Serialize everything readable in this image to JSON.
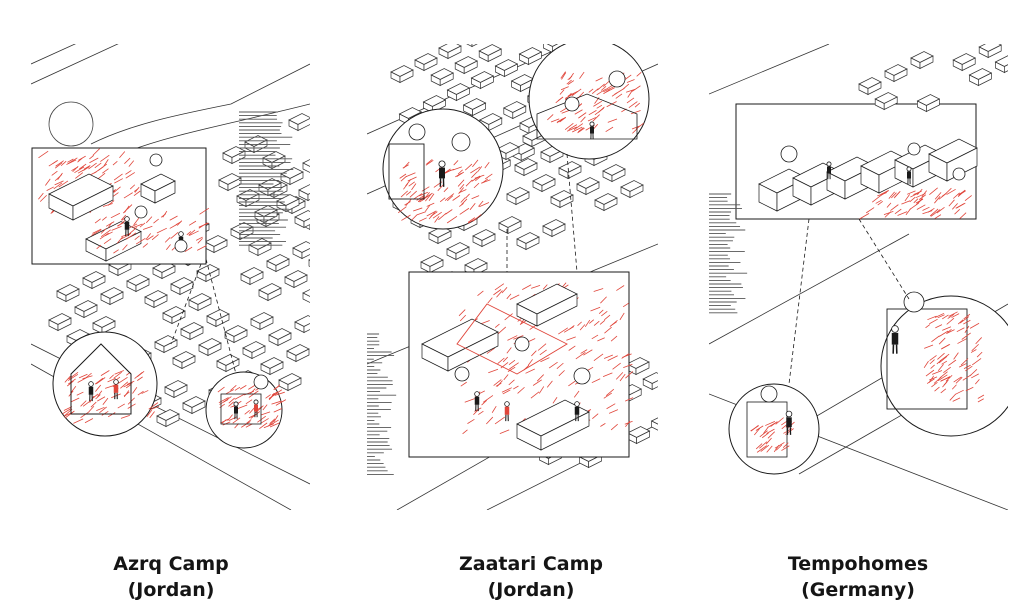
{
  "panels": [
    {
      "title": "Azrq Camp",
      "subtitle": "(Jordan)"
    },
    {
      "title": "Zaatari Camp",
      "subtitle": "(Jordan)"
    },
    {
      "title": "Tempohomes",
      "subtitle": "(Germany)"
    }
  ],
  "colors": {
    "accent": "#e0453a",
    "ink": "#1a1a1a",
    "caption": "#151515"
  }
}
